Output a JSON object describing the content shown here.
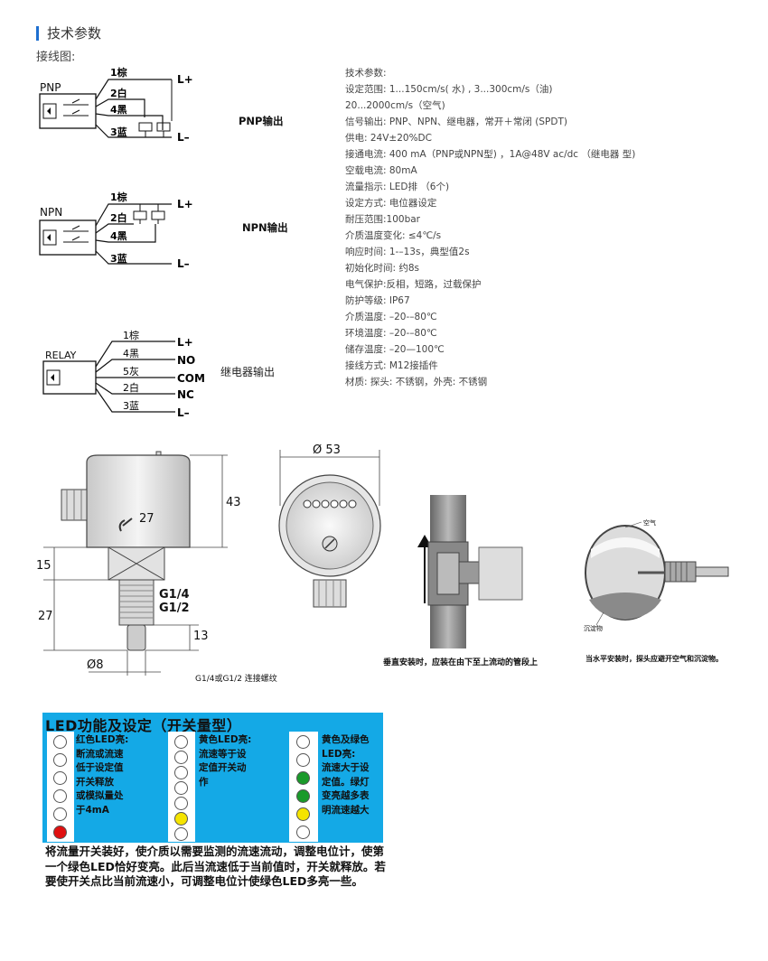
{
  "header": {
    "title": "技术参数",
    "subtitle": "接线图:"
  },
  "specs": [
    "技术参数:",
    "设定范围: 1...150cm/s( 水) , 3...300cm/s（油)",
    "20...2000cm/s（空气)",
    "信号输出: PNP、NPN、继电器，常开＋常闭 (SPDT)",
    "供电:  24V±20%DC",
    "接通电流:   400 mA（PNP或NPN型) ，1A@48V ac/dc （继电器 型)",
    "空载电流:   80mA",
    "流量指示: LED排 （6个)",
    "设定方式:   电位器设定",
    "耐压范围:100bar",
    "介质温度变化: ≤4℃/s",
    "响应时间: 1-–13s，典型值2s",
    "初始化时间: 约8s",
    "电气保护:反相，短路，过载保护",
    "防护等级: IP67",
    "介质温度:  –20-–80℃",
    "环境温度:   –20-–80℃",
    "储存温度:  –20—100℃",
    "接线方式:   M12接插件",
    "材质: 探头:   不锈钢，外壳:   不锈钢"
  ],
  "wiring": {
    "pnp": {
      "label": "PNP",
      "output": "PNP输出",
      "w1": "1棕",
      "w2": "2白",
      "w4": "4黑",
      "w3": "3蓝",
      "plus": "L+",
      "minus": "L–"
    },
    "npn": {
      "label": "NPN",
      "output": "NPN输出",
      "w1": "1棕",
      "w2": "2白",
      "w4": "4黑",
      "w3": "3蓝",
      "plus": "L+",
      "minus": "L–"
    },
    "relay": {
      "label": "RELAY",
      "output": "继电器输出",
      "w1": "1棕",
      "w4": "4黑",
      "w5": "5灰",
      "w2": "2白",
      "w3": "3蓝",
      "t1": "L+",
      "t2": "NO",
      "t3": "COM",
      "t4": "NC",
      "t5": "L–"
    }
  },
  "dims": {
    "d53": "Ø 53",
    "h43": "43",
    "h15": "15",
    "h27": "27",
    "h13": "13",
    "d8": "Ø8",
    "wrench": "27",
    "g1": "G1/4",
    "g2": "G1/2",
    "thread_caption": "G1/4或G1/2 连接螺纹"
  },
  "install": {
    "vertical_caption": "垂直安装时，应装在由下至上流动的管段上",
    "horizontal_caption": "当水平安装时，探头应避开空气和沉淀物。",
    "air_label": "空气",
    "sediment_label": "沉淀物"
  },
  "led": {
    "title": "LED功能及设定（开关量型）",
    "panel1_text": [
      "红色LED亮:",
      "断流或流速",
      "低于设定值",
      "开关释放",
      "或模拟量处",
      "于4mA"
    ],
    "panel2_text": [
      "黄色LED亮:",
      "流速等于设",
      "定值开关动",
      "作"
    ],
    "panel3_text": [
      "黄色及绿色",
      "LED亮:",
      "流速大于设",
      "定值。绿灯",
      "变亮越多表",
      "明流速越大"
    ],
    "panel1_leds": [
      "#ffffff",
      "#ffffff",
      "#ffffff",
      "#ffffff",
      "#ffffff",
      "#e01010"
    ],
    "panel2_leds": [
      "#ffffff",
      "#ffffff",
      "#ffffff",
      "#ffffff",
      "#ffffff",
      "#f5e400",
      "#ffffff"
    ],
    "panel3_leds": [
      "#ffffff",
      "#ffffff",
      "#1a9a2a",
      "#1a9a2a",
      "#f5e400",
      "#ffffff"
    ],
    "description": "将流量开关装好，使介质以需要监测的流速流动，调整电位计，使第一个绿色LED恰好变亮。此后当流速低于当前值时，开关就释放。若要使开关点比当前流速小，可调整电位计使绿色LED多亮一些。"
  }
}
